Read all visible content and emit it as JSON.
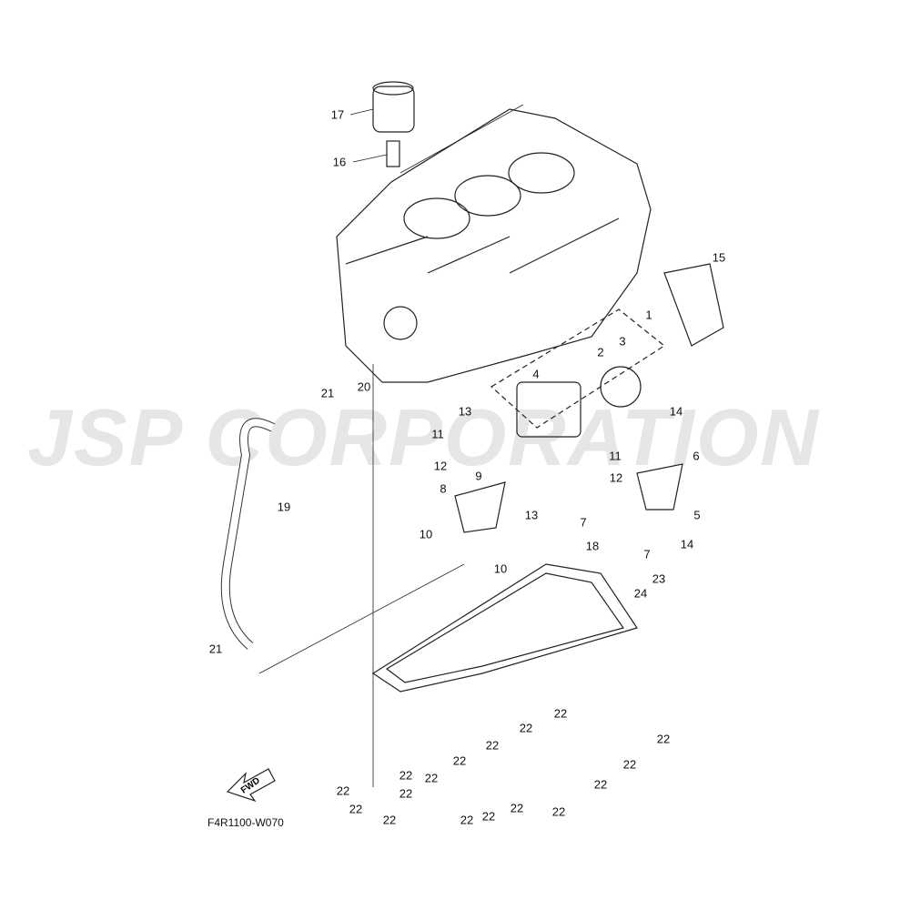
{
  "watermark": "JSP CORPORATION",
  "diagram_code": "F4R1100-W070",
  "fwd_label": "FWD",
  "callouts": [
    "17",
    "16",
    "15",
    "1",
    "3",
    "2",
    "4",
    "13",
    "14",
    "11",
    "6",
    "11",
    "21",
    "20",
    "12",
    "12",
    "9",
    "19",
    "8",
    "5",
    "13",
    "7",
    "10",
    "7",
    "14",
    "10",
    "18",
    "23",
    "24",
    "21",
    "22",
    "22",
    "22",
    "22",
    "22",
    "22",
    "22",
    "22",
    "22",
    "22",
    "22",
    "22",
    "22",
    "22",
    "22",
    "22",
    "22"
  ]
}
